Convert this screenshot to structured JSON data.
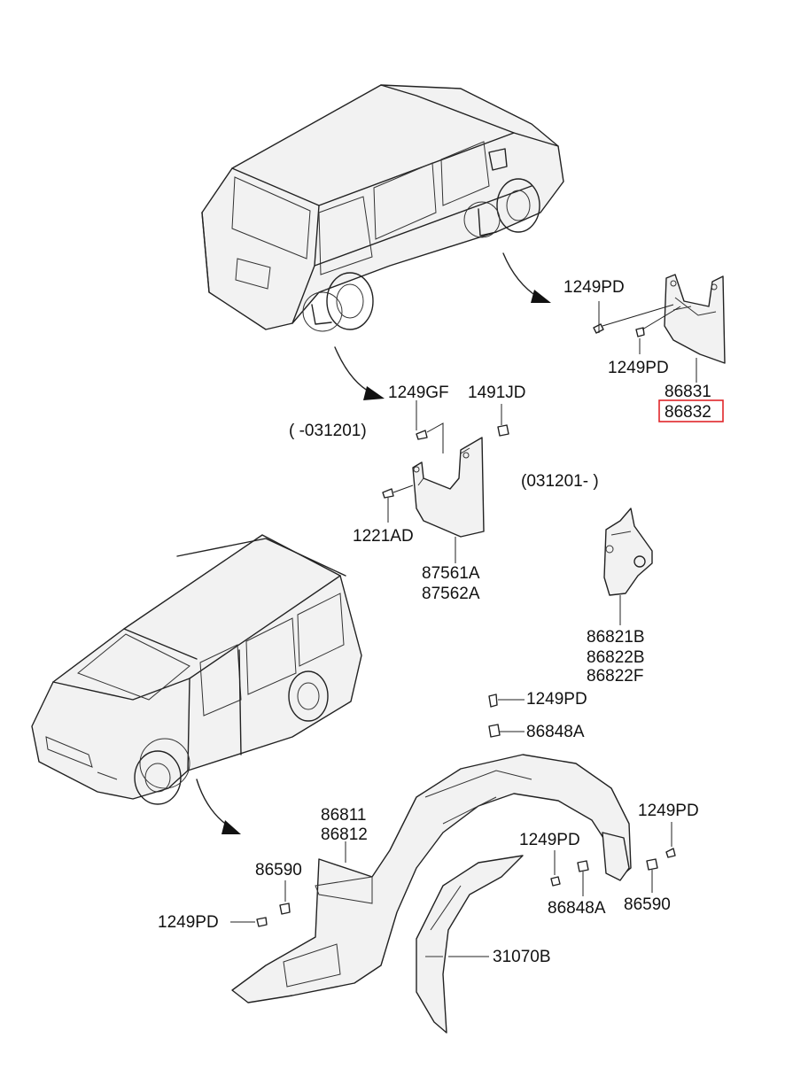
{
  "colors": {
    "highlight": "#e0262a",
    "ink": "#222222"
  },
  "labels": {
    "p1249pd_rear_a": "1249PD",
    "p1249pd_rear_b": "1249PD",
    "p86831": "86831",
    "p86832": "86832",
    "p1249gf": "1249GF",
    "p1491jd": "1491JD",
    "range_before": "( -031201)",
    "range_after": "(031201- )",
    "p1221ad": "1221AD",
    "p87561a": "87561A",
    "p87562a": "87562A",
    "p86821b": "86821B",
    "p86822b": "86822B",
    "p86822f": "86822F",
    "p1249pd_mid": "1249PD",
    "p86848a_mid": "86848A",
    "p86811": "86811",
    "p86812": "86812",
    "p1249pd_right_top": "1249PD",
    "p1249pd_center": "1249PD",
    "p86590_left": "86590",
    "p1249pd_left": "1249PD",
    "p86848a_low": "86848A",
    "p86590_right": "86590",
    "p31070b": "31070B"
  },
  "highlighted_part": "86832"
}
